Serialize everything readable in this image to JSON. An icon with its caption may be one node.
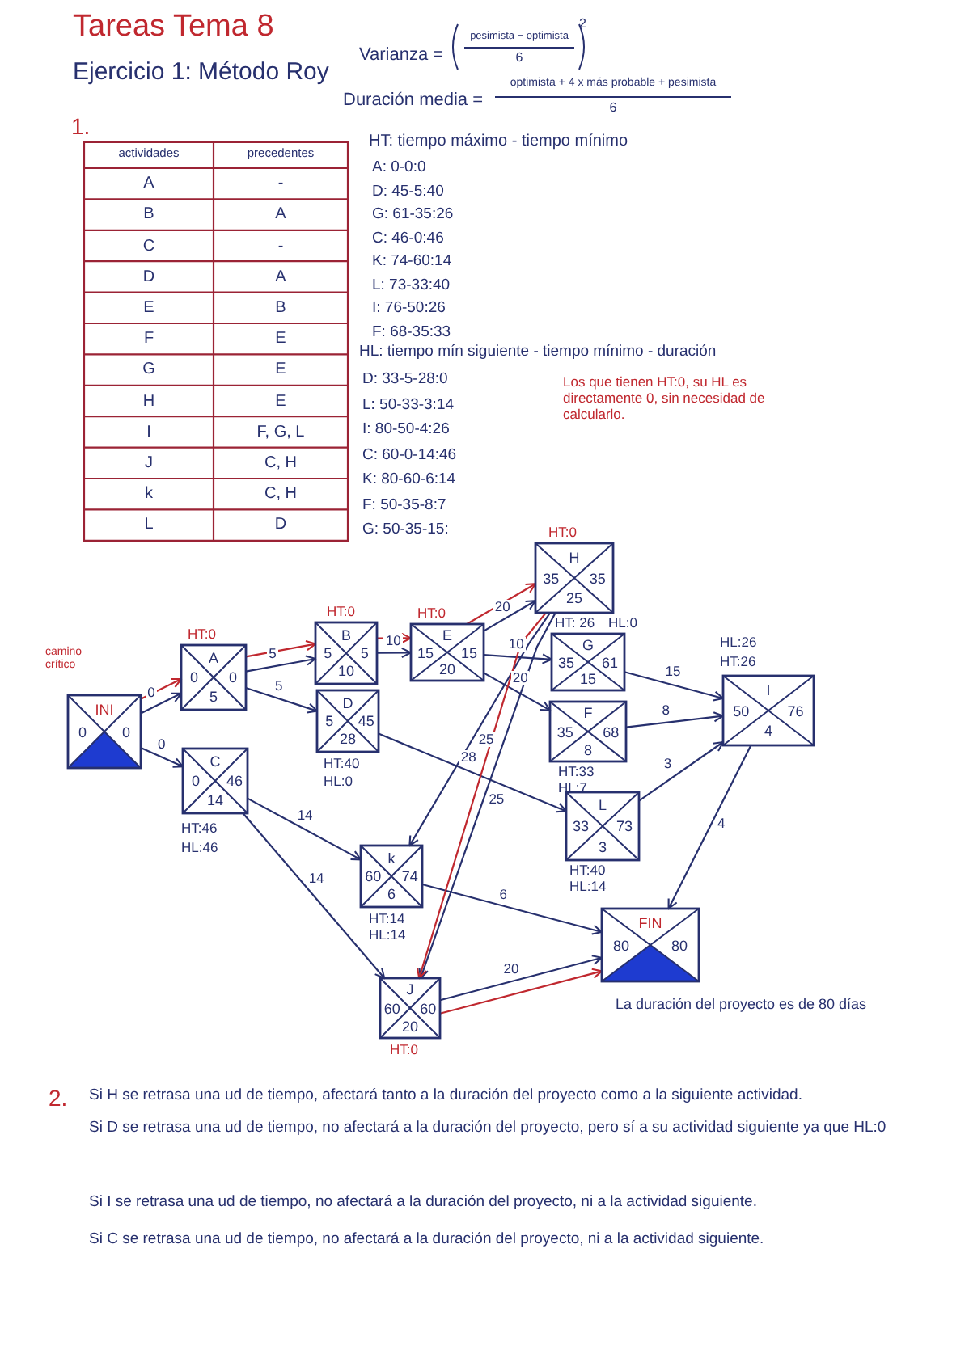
{
  "diagram": {
    "title": "Tareas Tema 8",
    "nodes": [
      {
        "text": [
          "INI",
          "0",
          "0"
        ]
      },
      {
        "text": [
          "A",
          "0",
          "0",
          "5"
        ],
        "beside": [
          "HT:0"
        ]
      },
      {
        "text": [
          "C",
          "0",
          "46",
          "14"
        ],
        "beside": [
          "HT:46",
          "HL:46"
        ]
      },
      {
        "text": [
          "B",
          "5",
          "5",
          "10"
        ],
        "beside": [
          "HT:0"
        ]
      },
      {
        "text": [
          "D",
          "5",
          "45",
          "28"
        ],
        "beside": [
          "HT:40",
          "HL:0"
        ]
      },
      {
        "text": [
          "E",
          "15",
          "15",
          "20"
        ],
        "beside": [
          "HT:0"
        ]
      },
      {
        "text": [
          "H",
          "35",
          "35",
          "25"
        ],
        "beside": [
          "HT:0"
        ]
      },
      {
        "text": [
          "G",
          "35",
          "61",
          "15"
        ],
        "beside": [
          "HT: 26",
          "HL:0"
        ]
      },
      {
        "text": [
          "F",
          "35",
          "68",
          "8"
        ],
        "beside": [
          "HT:33",
          "HL:7"
        ]
      },
      {
        "text": [
          "L",
          "33",
          "73",
          "3"
        ],
        "beside": [
          "HT:40",
          "HL:14"
        ]
      },
      {
        "text": [
          "I",
          "50",
          "76",
          "4"
        ],
        "beside": [
          "HL:26",
          "HT:26"
        ]
      },
      {
        "text": [
          "k",
          "60",
          "74",
          "6"
        ],
        "beside": [
          "HT:14",
          "HL:14"
        ]
      },
      {
        "text": [
          "J",
          "60",
          "60",
          "20"
        ],
        "beside": [
          "HT:0"
        ]
      },
      {
        "text": [
          "FIN",
          "80",
          "80"
        ]
      }
    ],
    "edges": [
      {
        "from": 0,
        "to": 1,
        "arrow": "to",
        "label": "0"
      },
      {
        "from": 0,
        "to": 2,
        "arrow": "to",
        "label": "0"
      },
      {
        "from": 1,
        "to": 3,
        "arrow": "to",
        "label": "5"
      },
      {
        "from": 1,
        "to": 4,
        "arrow": "to",
        "label": "5"
      },
      {
        "from": 3,
        "to": 5,
        "arrow": "to",
        "label": "10"
      },
      {
        "from": 5,
        "to": 6,
        "arrow": "to",
        "label": "20"
      },
      {
        "from": 5,
        "to": 7,
        "arrow": "to",
        "label": "10"
      },
      {
        "from": 5,
        "to": 8,
        "arrow": "to",
        "label": "20"
      },
      {
        "from": 4,
        "to": 9,
        "arrow": "to",
        "label": "28"
      },
      {
        "from": 2,
        "to": 11,
        "arrow": "to",
        "label": "14"
      },
      {
        "from": 2,
        "to": 12,
        "arrow": "to",
        "label": "14"
      },
      {
        "from": 6,
        "to": 11,
        "arrow": "to",
        "label": "25"
      },
      {
        "from": 6,
        "to": 12,
        "arrow": "to",
        "label": "25"
      },
      {
        "from": 7,
        "to": 10,
        "arrow": "to",
        "label": "15"
      },
      {
        "from": 8,
        "to": 10,
        "arrow": "to",
        "label": "8"
      },
      {
        "from": 9,
        "to": 10,
        "arrow": "to",
        "label": "3"
      },
      {
        "from": 11,
        "to": 13,
        "arrow": "to",
        "label": "6"
      },
      {
        "from": 12,
        "to": 13,
        "arrow": "to",
        "label": "20"
      },
      {
        "from": 10,
        "to": 13,
        "arrow": "to",
        "label": "4"
      },
      {
        "from": 0,
        "to": 1,
        "arrow": "to",
        "color": "#c0282f"
      },
      {
        "from": 1,
        "to": 3,
        "arrow": "to",
        "color": "#c0282f"
      },
      {
        "from": 3,
        "to": 5,
        "arrow": "to",
        "color": "#c0282f"
      },
      {
        "from": 5,
        "to": 6,
        "arrow": "to",
        "color": "#c0282f"
      },
      {
        "from": 6,
        "to": 12,
        "arrow": "to",
        "color": "#c0282f"
      },
      {
        "from": 12,
        "to": 13,
        "arrow": "to",
        "color": "#c0282f"
      }
    ],
    "labels": [
      "Ejercicio 1: Método Roy",
      "Varianza =",
      "pesimista − optimista",
      "6",
      "2",
      "Duración media =",
      "optimista + 4 x más probable + pesimista",
      "6",
      "1.",
      "actividades",
      "precedentes",
      "A",
      "-",
      "B",
      "A",
      "C",
      "-",
      "D",
      "A",
      "E",
      "B",
      "F",
      "E",
      "G",
      "E",
      "H",
      "E",
      "I",
      "F, G, L",
      "J",
      "C, H",
      "k",
      "C, H",
      "L",
      "D",
      "HT: tiempo máximo - tiempo mínimo",
      "A: 0-0:0",
      "D: 45-5:40",
      "G: 61-35:26",
      "C: 46-0:46",
      "K: 74-60:14",
      "L: 73-33:40",
      "I: 76-50:26",
      "F: 68-35:33",
      "HL: tiempo mín siguiente - tiempo mínimo - duración",
      "D: 33-5-28:0",
      "L: 50-33-3:14",
      "I: 80-50-4:26",
      "C: 60-0-14:46",
      "K: 80-60-6:14",
      "F: 50-35-8:7",
      "G: 50-35-15:",
      "Los que tienen HT:0, su HL es directamente 0, sin necesidad de calcularlo.",
      "camino crítico",
      "La duración del proyecto es de 80 días",
      "2.",
      "Si H se retrasa una ud de tiempo, afectará tanto a la duración del proyecto como a la siguiente actividad.",
      "Si D se retrasa una ud de tiempo, no afectará a la duración del proyecto, pero sí a su actividad siguiente ya que HL:0",
      "Si I se retrasa una ud de tiempo, no afectará a la duración del proyecto, ni a la actividad siguiente.",
      "Si C se retrasa una ud de tiempo, no afectará a la duración del proyecto, ni a la actividad siguiente."
    ]
  }
}
